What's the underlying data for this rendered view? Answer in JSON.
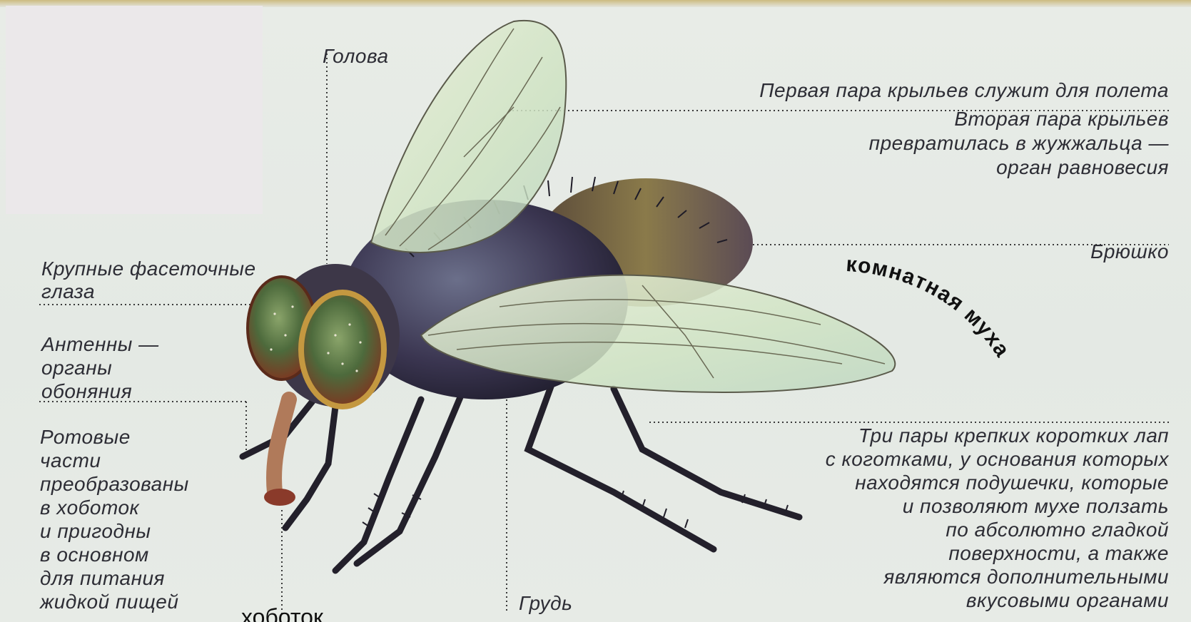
{
  "labels": {
    "head": "Голова",
    "wings_1": "Первая пара крыльев служит для полета",
    "wings_2_line1": "Вторая пара крыльев",
    "wings_2_line2": "превратилась в жужжальца —",
    "wings_2_line3": "орган  равновесия",
    "abdomen": "Брюшко",
    "eyes_line1": "Крупные фасеточные",
    "eyes_line2": "глаза",
    "antennae_line1": "Антенны —",
    "antennae_line2": "органы",
    "antennae_line3": "обоняния",
    "mouth_line1": "Ротовые",
    "mouth_line2": "части",
    "mouth_line3": "преобразованы",
    "mouth_line4": "в хоботок",
    "mouth_line5": "и пригодны",
    "mouth_line6": "в основном",
    "mouth_line7": "для питания",
    "mouth_line8": "жидкой пищей",
    "thorax": "Грудь",
    "legs_line1": "Три пары крепких  коротких лап",
    "legs_line2": "с коготками, у основания которых",
    "legs_line3": "находятся подушечки, которые",
    "legs_line4": "и позволяют мухе ползать",
    "legs_line5": "по абсолютно гладкой",
    "legs_line6": "поверхности, а также",
    "legs_line7": "являются дополнительными",
    "legs_line8": "вкусовыми органами"
  },
  "species_label": "комнатная муха",
  "extra_text": "хоботок"
}
